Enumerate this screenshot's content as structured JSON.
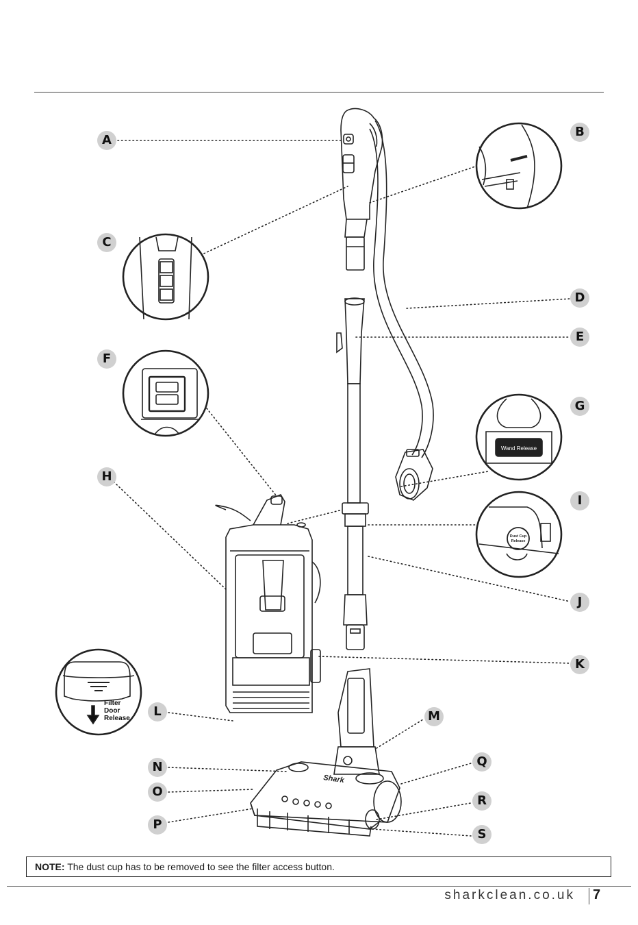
{
  "callouts": [
    "A",
    "B",
    "C",
    "D",
    "E",
    "F",
    "G",
    "H",
    "I",
    "J",
    "K",
    "L",
    "M",
    "N",
    "O",
    "P",
    "Q",
    "R",
    "S"
  ],
  "insets": {
    "g_label": "Wand Release",
    "i_label_line1": "Dust Cup",
    "i_label_line2": "Release",
    "filter_line1": "Filter",
    "filter_line2": "Door",
    "filter_line3": "Release"
  },
  "brand": "Shark",
  "note": {
    "label": "NOTE:",
    "text": " The dust cup has to be removed to see the filter access button."
  },
  "footer": {
    "site": "sharkclean.co.uk",
    "page": "7"
  }
}
